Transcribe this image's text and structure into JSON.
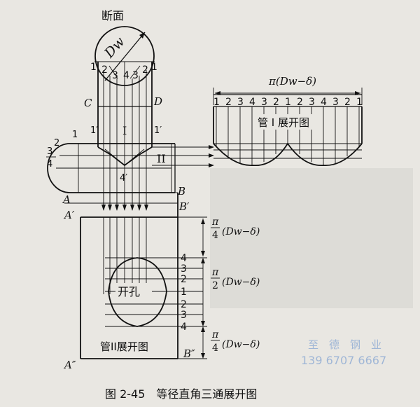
{
  "section_label": "断面",
  "dw_label": "Dw",
  "circle_left_nums": [
    "1",
    "2",
    "3",
    "4"
  ],
  "circle_right_nums": [
    "3",
    "2",
    "1"
  ],
  "letters": {
    "C": "C",
    "D": "D",
    "A": "A",
    "B": "B",
    "A_prime": "A′",
    "B_prime": "B′",
    "A_dprime": "A″",
    "B_dprime": "B″",
    "one_prime_l": "1′",
    "one_prime_r": "1′",
    "four_prime": "4′",
    "one_l": "1",
    "two_l": "2",
    "three_l": "3",
    "four_l": "4"
  },
  "pipe_labels": {
    "pipe1": "I",
    "pipe2": "II"
  },
  "dim_top": "π(Dw−δ)",
  "dev1_numbers": [
    "1",
    "2",
    "3",
    "4",
    "3",
    "2",
    "1",
    "2",
    "3",
    "4",
    "3",
    "2",
    "1"
  ],
  "dev1_label": "管 I 展开图",
  "dev2_label": "管II展开图",
  "hole_label": "开孔",
  "right_nums": [
    "4",
    "3",
    "2",
    "1",
    "2",
    "3",
    "4"
  ],
  "dims": {
    "quarter_top": {
      "num": "π",
      "den": "4",
      "tail": "(Dw−δ)"
    },
    "half": {
      "num": "π",
      "den": "2",
      "tail": "(Dw−δ)"
    },
    "quarter_bot": {
      "num": "π",
      "den": "4",
      "tail": "(Dw−δ)"
    }
  },
  "caption": "图 2-45　等径直角三通展开图",
  "watermark": [
    "至　德　钢　业",
    "139 6707 6667"
  ]
}
